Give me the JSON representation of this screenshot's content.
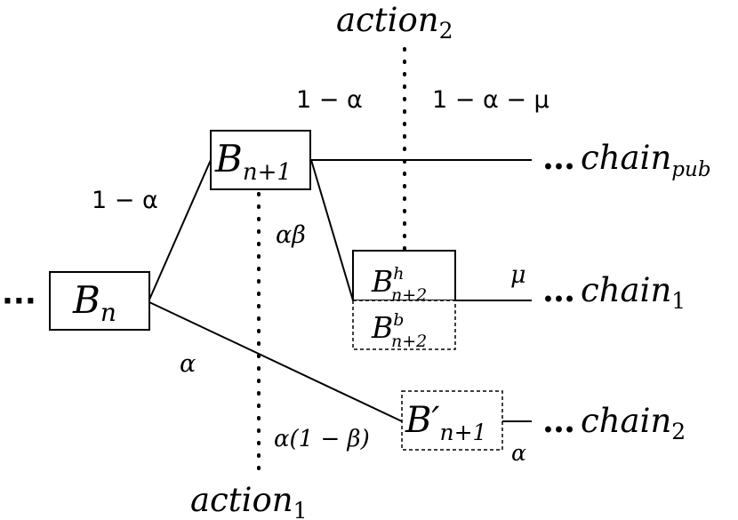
{
  "labels": {
    "action2": {
      "base": "action",
      "sub": "2"
    },
    "action1": {
      "base": "action",
      "sub": "1"
    },
    "left_ellipsis": "···",
    "prob_top_left": "1 − α",
    "prob_top_right": "1 − α − μ",
    "prob_Bn_up": "1 − α",
    "prob_alpha_beta": "αβ",
    "prob_alpha_down": "α",
    "prob_alpha_one_minus_beta": "α(1 − β)",
    "prob_mu": "μ",
    "prob_alpha_bottom": "α"
  },
  "blocks": {
    "Bn": {
      "base": "B",
      "sub": "n"
    },
    "Bn1": {
      "base": "B",
      "sub": "n+1"
    },
    "Bh": {
      "base": "B",
      "sup": "h",
      "sub": "n+2"
    },
    "Bb": {
      "base": "B",
      "sup": "b",
      "sub": "n+2"
    },
    "Bprime": {
      "base": "B′",
      "sub": "n+1"
    }
  },
  "chains": {
    "pub": {
      "dots": "…",
      "base": "chain",
      "sub": "pub"
    },
    "one": {
      "dots": "…",
      "base": "chain",
      "sub": "1"
    },
    "two": {
      "dots": "…",
      "base": "chain",
      "sub": "2"
    }
  }
}
